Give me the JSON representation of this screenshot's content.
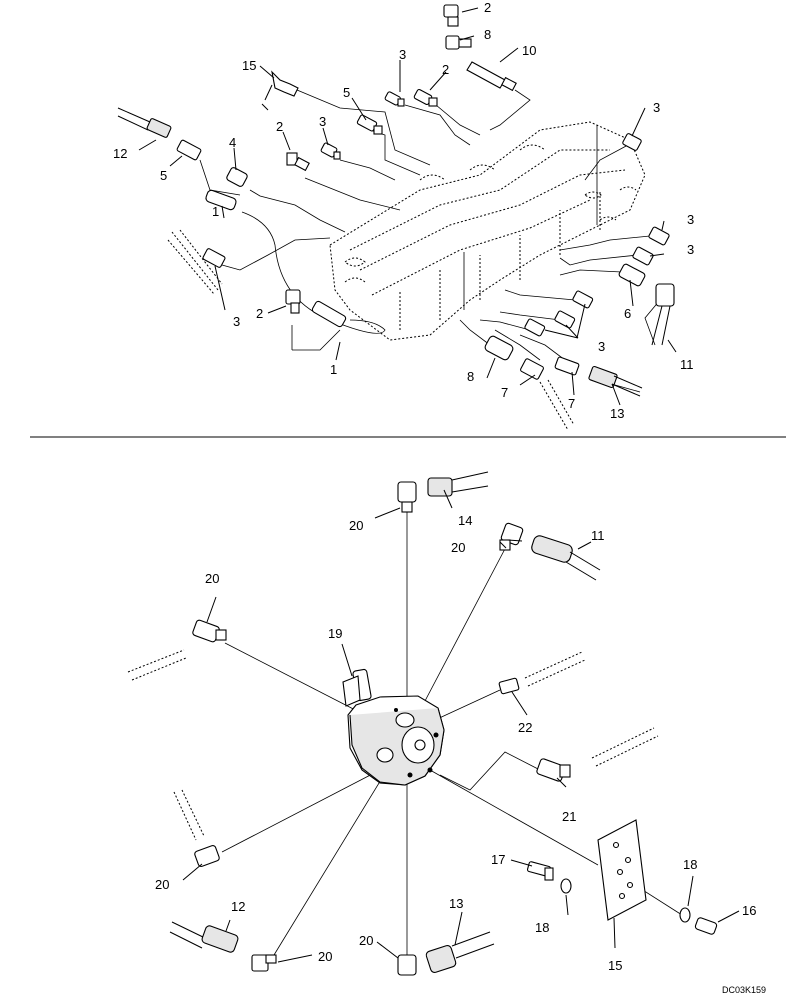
{
  "labels": [
    {
      "id": "t2a",
      "text": "2"
    },
    {
      "id": "t8a",
      "text": "8"
    },
    {
      "id": "t10",
      "text": "10"
    },
    {
      "id": "t3a",
      "text": "3"
    },
    {
      "id": "t2b",
      "text": "2"
    },
    {
      "id": "t15a",
      "text": "15"
    },
    {
      "id": "t5a",
      "text": "5"
    },
    {
      "id": "t3b",
      "text": "3"
    },
    {
      "id": "t2c",
      "text": "2"
    },
    {
      "id": "t4",
      "text": "4"
    },
    {
      "id": "t12a",
      "text": "12"
    },
    {
      "id": "t5b",
      "text": "5"
    },
    {
      "id": "t1a",
      "text": "1"
    },
    {
      "id": "t3c",
      "text": "3"
    },
    {
      "id": "t3d",
      "text": "3"
    },
    {
      "id": "t3e",
      "text": "3"
    },
    {
      "id": "t3f",
      "text": "3"
    },
    {
      "id": "t2d",
      "text": "2"
    },
    {
      "id": "t1b",
      "text": "1"
    },
    {
      "id": "t6",
      "text": "6"
    },
    {
      "id": "t3g",
      "text": "3"
    },
    {
      "id": "t11a",
      "text": "11"
    },
    {
      "id": "t8b",
      "text": "8"
    },
    {
      "id": "t7a",
      "text": "7"
    },
    {
      "id": "t7b",
      "text": "7"
    },
    {
      "id": "t13a",
      "text": "13"
    },
    {
      "id": "t14",
      "text": "14"
    },
    {
      "id": "t20a",
      "text": "20"
    },
    {
      "id": "t20b",
      "text": "20"
    },
    {
      "id": "t11b",
      "text": "11"
    },
    {
      "id": "t20c",
      "text": "20"
    },
    {
      "id": "t19",
      "text": "19"
    },
    {
      "id": "t22",
      "text": "22"
    },
    {
      "id": "t21",
      "text": "21"
    },
    {
      "id": "t20d",
      "text": "20"
    },
    {
      "id": "t17",
      "text": "17"
    },
    {
      "id": "t18a",
      "text": "18"
    },
    {
      "id": "t18b",
      "text": "18"
    },
    {
      "id": "t16",
      "text": "16"
    },
    {
      "id": "t12b",
      "text": "12"
    },
    {
      "id": "t13b",
      "text": "13"
    },
    {
      "id": "t20e",
      "text": "20"
    },
    {
      "id": "t20f",
      "text": "20"
    },
    {
      "id": "t15b",
      "text": "15"
    }
  ],
  "reference": "DC03K159"
}
